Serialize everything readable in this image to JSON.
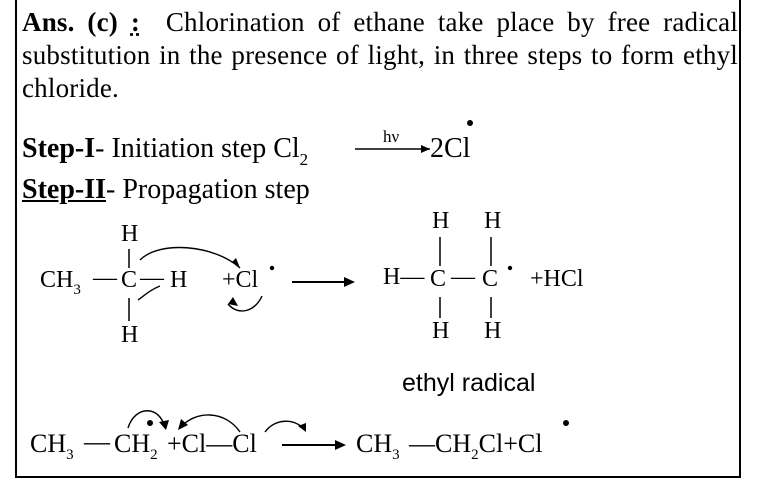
{
  "paragraph": {
    "ans_label": "Ans. (c)",
    "ans_colon": ":",
    "text": "Chlorination of ethane take place by free radical substitution in the presence of light, in three steps to form ethyl chloride."
  },
  "step1": {
    "label": "Step-I",
    "text": "- Initiation step",
    "reactant": "Cl",
    "reactant_sub": "2",
    "arrow_label": "hν",
    "product": "2Cl"
  },
  "step2": {
    "label": "Step-II",
    "text": "- Propagation step"
  },
  "reaction1": {
    "ch3": "CH",
    "ch3_sub": "3",
    "dash1": "—",
    "carbon": "C",
    "dash2": "—",
    "h_right": "H",
    "h_top": "H",
    "h_bottom": "H",
    "cl_plus": "+Cl",
    "product_left": "H—",
    "c1": "C",
    "dash_mid": "—",
    "c2": "C",
    "hcl": "+HCl",
    "h_tl": "H",
    "h_tr": "H",
    "h_bl": "H",
    "h_br": "H",
    "radical_name": "ethyl radical"
  },
  "reaction2": {
    "ch3a": "CH",
    "ch3a_sub": "3",
    "dash": "—",
    "ch2": "CH",
    "ch2_sub": "2",
    "plus_cl": "+Cl—Cl",
    "p_ch3": "CH",
    "p_ch3_sub": "3",
    "p_dash": "—CH",
    "p_ch2_sub": "2",
    "p_rest": "Cl+Cl"
  }
}
